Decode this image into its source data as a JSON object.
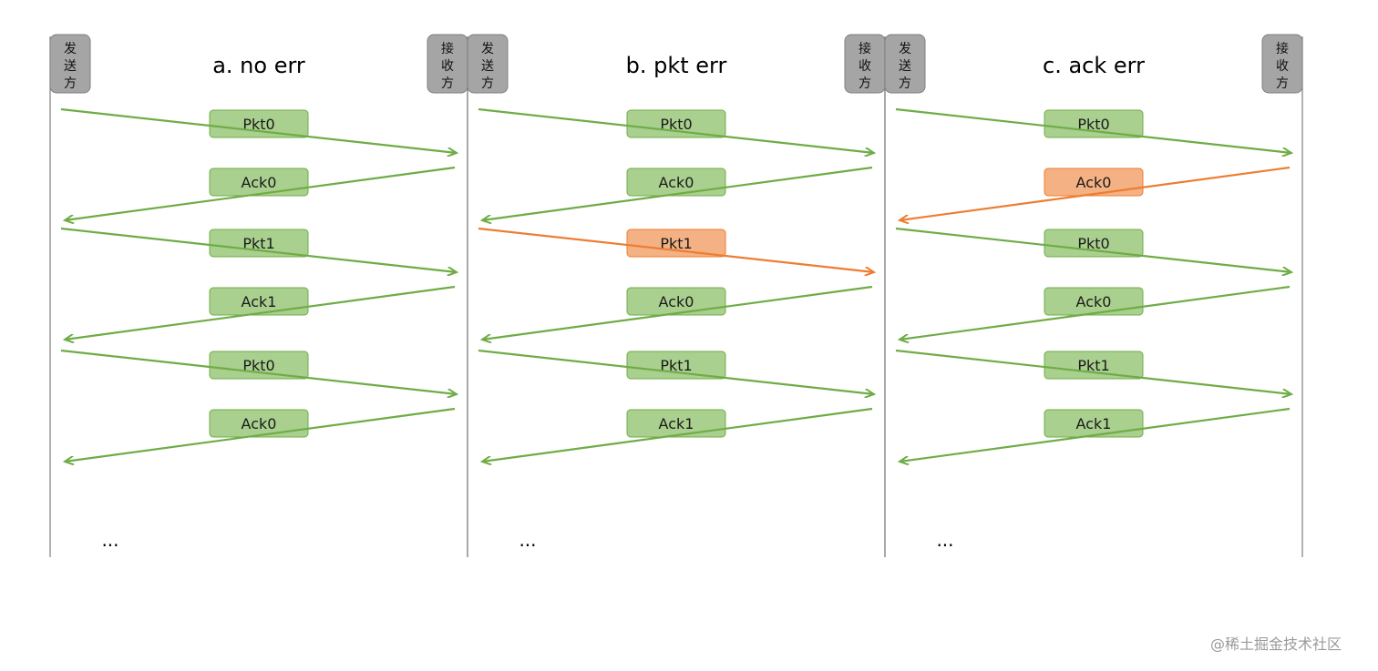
{
  "colors": {
    "ok_line": "#6fac46",
    "ok_box_fill": "#a9d08e",
    "ok_box_stroke": "#70ad47",
    "err_line": "#ed7d31",
    "err_box_fill": "#f4b183",
    "err_box_stroke": "#ed7d31",
    "actor_fill": "#a5a5a5",
    "actor_stroke": "#7f7f7f",
    "lifeline": "#7f7f7f"
  },
  "watermark": "@稀土掘金技术社区",
  "panels": [
    {
      "title": "a. no err",
      "sender_label": [
        "发",
        "送",
        "方"
      ],
      "receiver_label": [
        "接",
        "收",
        "方"
      ],
      "ellipsis": "...",
      "messages": [
        {
          "label": "Pkt0",
          "direction": "to_receiver",
          "error": false
        },
        {
          "label": "Ack0",
          "direction": "to_sender",
          "error": false
        },
        {
          "label": "Pkt1",
          "direction": "to_receiver",
          "error": false
        },
        {
          "label": "Ack1",
          "direction": "to_sender",
          "error": false
        },
        {
          "label": "Pkt0",
          "direction": "to_receiver",
          "error": false
        },
        {
          "label": "Ack0",
          "direction": "to_sender",
          "error": false
        }
      ]
    },
    {
      "title": "b. pkt err",
      "sender_label": [
        "发",
        "送",
        "方"
      ],
      "receiver_label": [
        "接",
        "收",
        "方"
      ],
      "ellipsis": "...",
      "messages": [
        {
          "label": "Pkt0",
          "direction": "to_receiver",
          "error": false
        },
        {
          "label": "Ack0",
          "direction": "to_sender",
          "error": false
        },
        {
          "label": "Pkt1",
          "direction": "to_receiver",
          "error": true
        },
        {
          "label": "Ack0",
          "direction": "to_sender",
          "error": false
        },
        {
          "label": "Pkt1",
          "direction": "to_receiver",
          "error": false
        },
        {
          "label": "Ack1",
          "direction": "to_sender",
          "error": false
        }
      ]
    },
    {
      "title": "c. ack err",
      "sender_label": [
        "发",
        "送",
        "方"
      ],
      "receiver_label": [
        "接",
        "收",
        "方"
      ],
      "ellipsis": "...",
      "messages": [
        {
          "label": "Pkt0",
          "direction": "to_receiver",
          "error": false
        },
        {
          "label": "Ack0",
          "direction": "to_sender",
          "error": true
        },
        {
          "label": "Pkt0",
          "direction": "to_receiver",
          "error": false
        },
        {
          "label": "Ack0",
          "direction": "to_sender",
          "error": false
        },
        {
          "label": "Pkt1",
          "direction": "to_receiver",
          "error": false
        },
        {
          "label": "Ack1",
          "direction": "to_sender",
          "error": false
        }
      ]
    }
  ]
}
